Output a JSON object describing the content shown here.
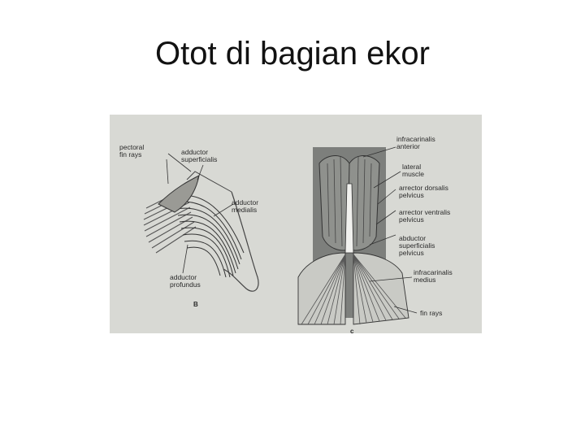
{
  "slide": {
    "title": "Otot di bagian ekor"
  },
  "figure": {
    "panel_b": {
      "letter": "B",
      "labels": {
        "pectoral_fin_rays": "pectoral\nfin rays",
        "adductor_superficialis": "adductor\nsuperficialis",
        "adductor_medialis": "adductor\nmedialis",
        "adductor_profundus": "adductor\nprofundus"
      }
    },
    "panel_c": {
      "letter": "c",
      "labels": {
        "infracarinalis_anterior": "infracarinalis\nanterior",
        "lateral_muscle": "lateral\nmuscle",
        "arrector_dorsalis_pelvicus": "arrector dorsalis\npelvicus",
        "arrector_ventralis_pelvicus": "arrector ventralis\npelvicus",
        "abductor_superficialis_pelvicus": "abductor\nsuperficialis\npelvicus",
        "infracarinalis_medius": "infracarinalis\nmedius",
        "fin_rays": "fin rays"
      }
    }
  }
}
